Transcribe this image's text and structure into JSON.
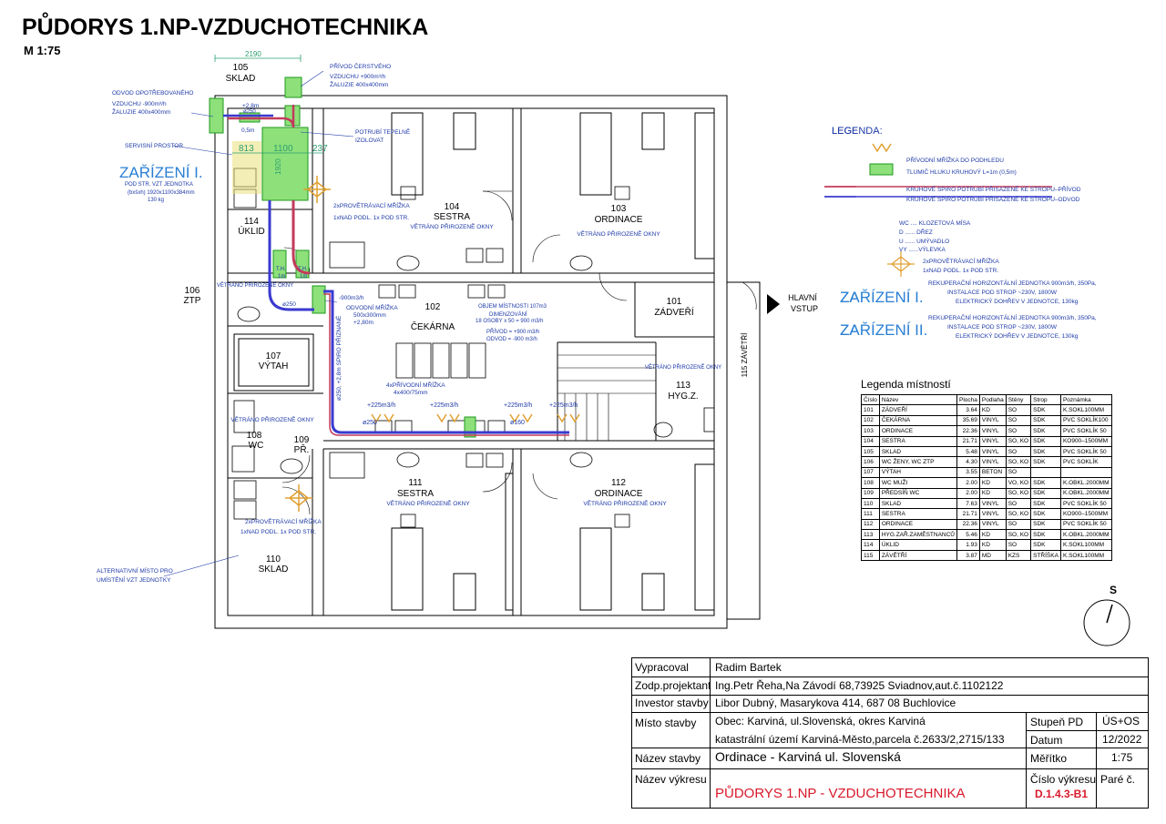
{
  "drawing": {
    "title": "PŮDORYS 1.NP-VZDUCHOTECHNIKA",
    "scale": "M 1:75"
  },
  "colors": {
    "supply_duct": "#c23b5c",
    "exhaust_duct": "#3a3ad0",
    "annotation": "#1e3aa8",
    "unit_fill": "#8ee07a",
    "heading_blue": "#2a7fd4",
    "diffuser": "#e0a030",
    "title_red": "#d8182a"
  },
  "rooms": {
    "r105": {
      "num": "105",
      "name": "SKLAD"
    },
    "r104": {
      "num": "104",
      "name": "SESTRA",
      "note": "VĚTRÁNO PŘIROZENĚ OKNY"
    },
    "r103": {
      "num": "103",
      "name": "ORDINACE",
      "note": "VĚTRÁNO PŘIROZENĚ OKNY"
    },
    "r114": {
      "num": "114",
      "name": "ÚKLID"
    },
    "r106": {
      "num": "106",
      "name": "ZTP",
      "note": "VĚTRÁNO PŘIROZENĚ OKNY"
    },
    "r102": {
      "num": "102",
      "name": "ČEKÁRNA"
    },
    "r101": {
      "num": "101",
      "name": "ZÁDVEŘÍ"
    },
    "r107": {
      "num": "107",
      "name": "VÝTAH"
    },
    "r113": {
      "num": "113",
      "name": "HYG.Z.",
      "note": "VĚTRÁNO PŘIROZENĚ OKNY"
    },
    "r108": {
      "num": "108",
      "name": "WC"
    },
    "r109": {
      "num": "109",
      "name": "PŘ."
    },
    "r111": {
      "num": "111",
      "name": "SESTRA",
      "note": "VĚTRÁNO PŘIROZENĚ OKNY"
    },
    "r112": {
      "num": "112",
      "name": "ORDINACE",
      "note": "VĚTRÁNO PŘIROZENĚ OKNY"
    },
    "r110": {
      "num": "110",
      "name": "SKLAD"
    },
    "r115": {
      "label": "115 ZÁVĚTŘÍ"
    },
    "note_108_109": "VĚTRÁNO PŘIROZENĚ OKNY"
  },
  "entrance": {
    "l1": "HLAVNÍ",
    "l2": "VSTUP"
  },
  "unit": {
    "heading": "ZAŘÍZENÍ I.",
    "desc1": "POD STR. VZT JEDNOTKA",
    "desc2": "(bxšxh) 1920x1100x384mm",
    "desc3": "130 kg"
  },
  "annotations": {
    "dim_2190": "2190",
    "dim_813": "813",
    "dim_1100": "1100",
    "dim_237": "237",
    "dim_1920": "1920",
    "fresh_air_1": "PŘÍVOD ČERSTVÉHO",
    "fresh_air_2": "VZDUCHU +900m³/h",
    "fresh_air_3": "ŽALUZIE 400x400mm",
    "exhaust_1": "ODVOD OPOTŘEBOVANÉHO",
    "exhaust_2": "VZDUCHU -900m³/h",
    "exhaust_3": "ŽALUZIE 400x400mm",
    "pipe_insul_1": "POTRUBÍ TEPELNĚ",
    "pipe_insul_2": "IZOLOVAT",
    "service_space": "SERVISNÍ PROSTOR",
    "elev_28": "+2,8m",
    "d250": "ø250",
    "len_05": "0,5m",
    "grille2_1": "2xPROVĚTRÁVACÍ MŘÍŽKA",
    "grille2_2": "1xNAD PODL. 1x POD STR.",
    "exhaust_grille_1": "-900m3/h",
    "exhaust_grille_2": "ODVODNÍ MŘÍŽKA",
    "exhaust_grille_3": "500x300mm",
    "exhaust_grille_4": "+2,80m",
    "room_volume_1": "OBJEM MÍSTNOSTI 107m3",
    "room_volume_2": "DIMENZOVÁNÍ",
    "room_volume_3": "18 OSOBY x 50 = 900 m3/h",
    "room_volume_4": "PŘÍVOD = +900 m3/h",
    "room_volume_5": "ODVOD = -900 m3/h",
    "supply4_1": "4xPŘÍVODNÍ MŘÍŽKA",
    "supply4_2": "4x400/75mm",
    "flow_225": "+225m3/h",
    "d160": "ø160",
    "spiro": "ø250, +2,8m SPIRO PŘIZNANÉ",
    "alt_1": "ALTERNATIVNÍ MÍSTO PRO",
    "alt_2": "UMÍSTĚNÍ VZT JEDNOTKY",
    "th": "T.H.",
    "one_m": "1m"
  },
  "legend": {
    "title": "LEGENDA:",
    "items": [
      "PŘÍVODNÍ MŘÍŽKA DO PODHLEDU",
      "TLUMIČ HLUKU KRUHOVÝ L=1m (0,5m)",
      "KRUHOVÉ SPIRO POTRUBÍ PŘISAZENÉ KE STROPU–PŘÍVOD",
      "KRUHOVÉ SPIRO POTRUBÍ PŘISAZENÉ KE STROPU–ODVOD"
    ],
    "abbr": [
      "WC .... KLOZETOVÁ MÍSA",
      "D ...... DŘEZ",
      "U ...... UMÝVADLO",
      "VY ......VÝLEVKA"
    ],
    "grille_1": "2xPROVĚTRÁVACÍ MŘÍŽKA",
    "grille_2": "1xNAD PODL. 1x POD STR.",
    "dev1_name": "ZAŘÍZENÍ I.",
    "dev1_l1": "REKUPERAČNÍ HORIZONTÁLNÍ JEDNOTKA 900m3/h, 350Pa,",
    "dev1_l2": "INSTALACE POD STROP ~230V, 1800W",
    "dev1_l3": "ELEKTRICKÝ DOHŘEV V JEDNOTCE, 130kg",
    "dev2_name": "ZAŘÍZENÍ II.",
    "dev2_l1": "REKUPERAČNÍ HORIZONTÁLNÍ JEDNOTKA 900m3/h, 350Pa,",
    "dev2_l2": "INSTALACE POD STROP ~230V, 1800W",
    "dev2_l3": "ELEKTRICKÝ DOHŘEV V JEDNOTCE, 130kg"
  },
  "room_table": {
    "caption": "Legenda místností",
    "headers": [
      "Číslo",
      "Název",
      "Plocha",
      "Podlaha",
      "Stěny",
      "Strop",
      "Poznámka"
    ],
    "rows": [
      [
        "101",
        "ZÁDVEŘÍ",
        "3.64",
        "KD",
        "SO",
        "SDK",
        "K.SOKL100MM"
      ],
      [
        "102",
        "ČEKÁRNA",
        "35.69",
        "VINYL",
        "SO",
        "SDK",
        "PVC SOKLÍK100"
      ],
      [
        "103",
        "ORDINACE",
        "22.36",
        "VINYL",
        "SO",
        "SDK",
        "PVC SOKLÍK 50"
      ],
      [
        "104",
        "SESTRA",
        "21.71",
        "VINYL",
        "SO, KO",
        "SDK",
        "KO900–1500MM"
      ],
      [
        "105",
        "SKLAD",
        "5.48",
        "VINYL",
        "SO",
        "SDK",
        "PVC SOKLÍK 50"
      ],
      [
        "106",
        "WC ŽENY, WC ZTP",
        "4.30",
        "VINYL",
        "SO, KO",
        "SDK",
        "PVC SOKLÍK"
      ],
      [
        "107",
        "VÝTAH",
        "3.55",
        "BETON",
        "SO",
        "",
        ""
      ],
      [
        "108",
        "WC MUŽI",
        "2.00",
        "KD",
        "VO, KO",
        "SDK",
        "K.OBKL.2000MM"
      ],
      [
        "109",
        "PŘEDSÍŇ WC",
        "2.00",
        "KD",
        "SO, KO",
        "SDK",
        "K.OBKL.2000MM"
      ],
      [
        "110",
        "SKLAD",
        "7.63",
        "VINYL",
        "SO",
        "SDK",
        "PVC SOKLÍK 50"
      ],
      [
        "111",
        "SESTRA",
        "21.71",
        "VINYL",
        "SO, KO",
        "SDK",
        "KO900–1500MM"
      ],
      [
        "112",
        "ORDINACE",
        "22.36",
        "VINYL",
        "SO",
        "SDK",
        "PVC SOKLÍK 50"
      ],
      [
        "113",
        "HYG.ZAŘ.ZAMĚSTNANCŮ",
        "5.46",
        "KD",
        "SO, KO",
        "SDK",
        "K.OBKL.2000MM"
      ],
      [
        "114",
        "ÚKLID",
        "1.93",
        "KD",
        "SO",
        "SDK",
        "K.SOKL100MM"
      ],
      [
        "115",
        "ZÁVĚTŘÍ",
        "3.87",
        "MD",
        "KZS",
        "STŘÍŠKA",
        "K.SOKL100MM"
      ]
    ]
  },
  "north": "S",
  "title_block": {
    "l_vypracoval": "Vypracoval",
    "v_vypracoval": "Radim Bartek",
    "l_zodp": "Zodp.projektant",
    "v_zodp": "Ing.Petr Řeha,Na Závodí 68,73925 Sviadnov,aut.č.1102122",
    "l_investor": "Investor stavby",
    "v_investor": "Libor Dubný, Masarykova 414, 687 08 Buchlovice",
    "l_misto": "Místo stavby",
    "v_misto1": "Obec: Karviná, ul.Slovenská, okres Karviná",
    "v_misto2": "katastrální území Karviná-Město,parcela č.2633/2,2715/133",
    "l_stupen": "Stupeň PD",
    "v_stupen": "ÚS+OS",
    "l_datum": "Datum",
    "v_datum": "12/2022",
    "l_nazev": "Název stavby",
    "v_nazev": "Ordinace - Karviná ul. Slovenská",
    "l_meritko": "Měřítko",
    "v_meritko": "1:75",
    "l_vykres": "Název výkresu",
    "v_vykres": "PŮDORYS 1.NP - VZDUCHOTECHNIKA",
    "l_cislo": "Číslo výkresu",
    "v_cislo": "D.1.4.3-B1",
    "l_parc": "Paré č."
  }
}
